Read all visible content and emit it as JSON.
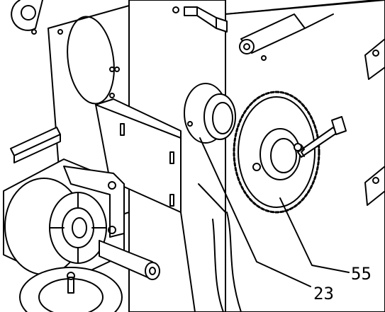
{
  "diagram": {
    "callouts": [
      {
        "id": "callout-55",
        "label": "55",
        "part": "sprocket"
      },
      {
        "id": "callout-23",
        "label": "23",
        "part": "bearing-flange"
      }
    ],
    "colors": {
      "line": "#000000",
      "background": "#ffffff"
    }
  }
}
